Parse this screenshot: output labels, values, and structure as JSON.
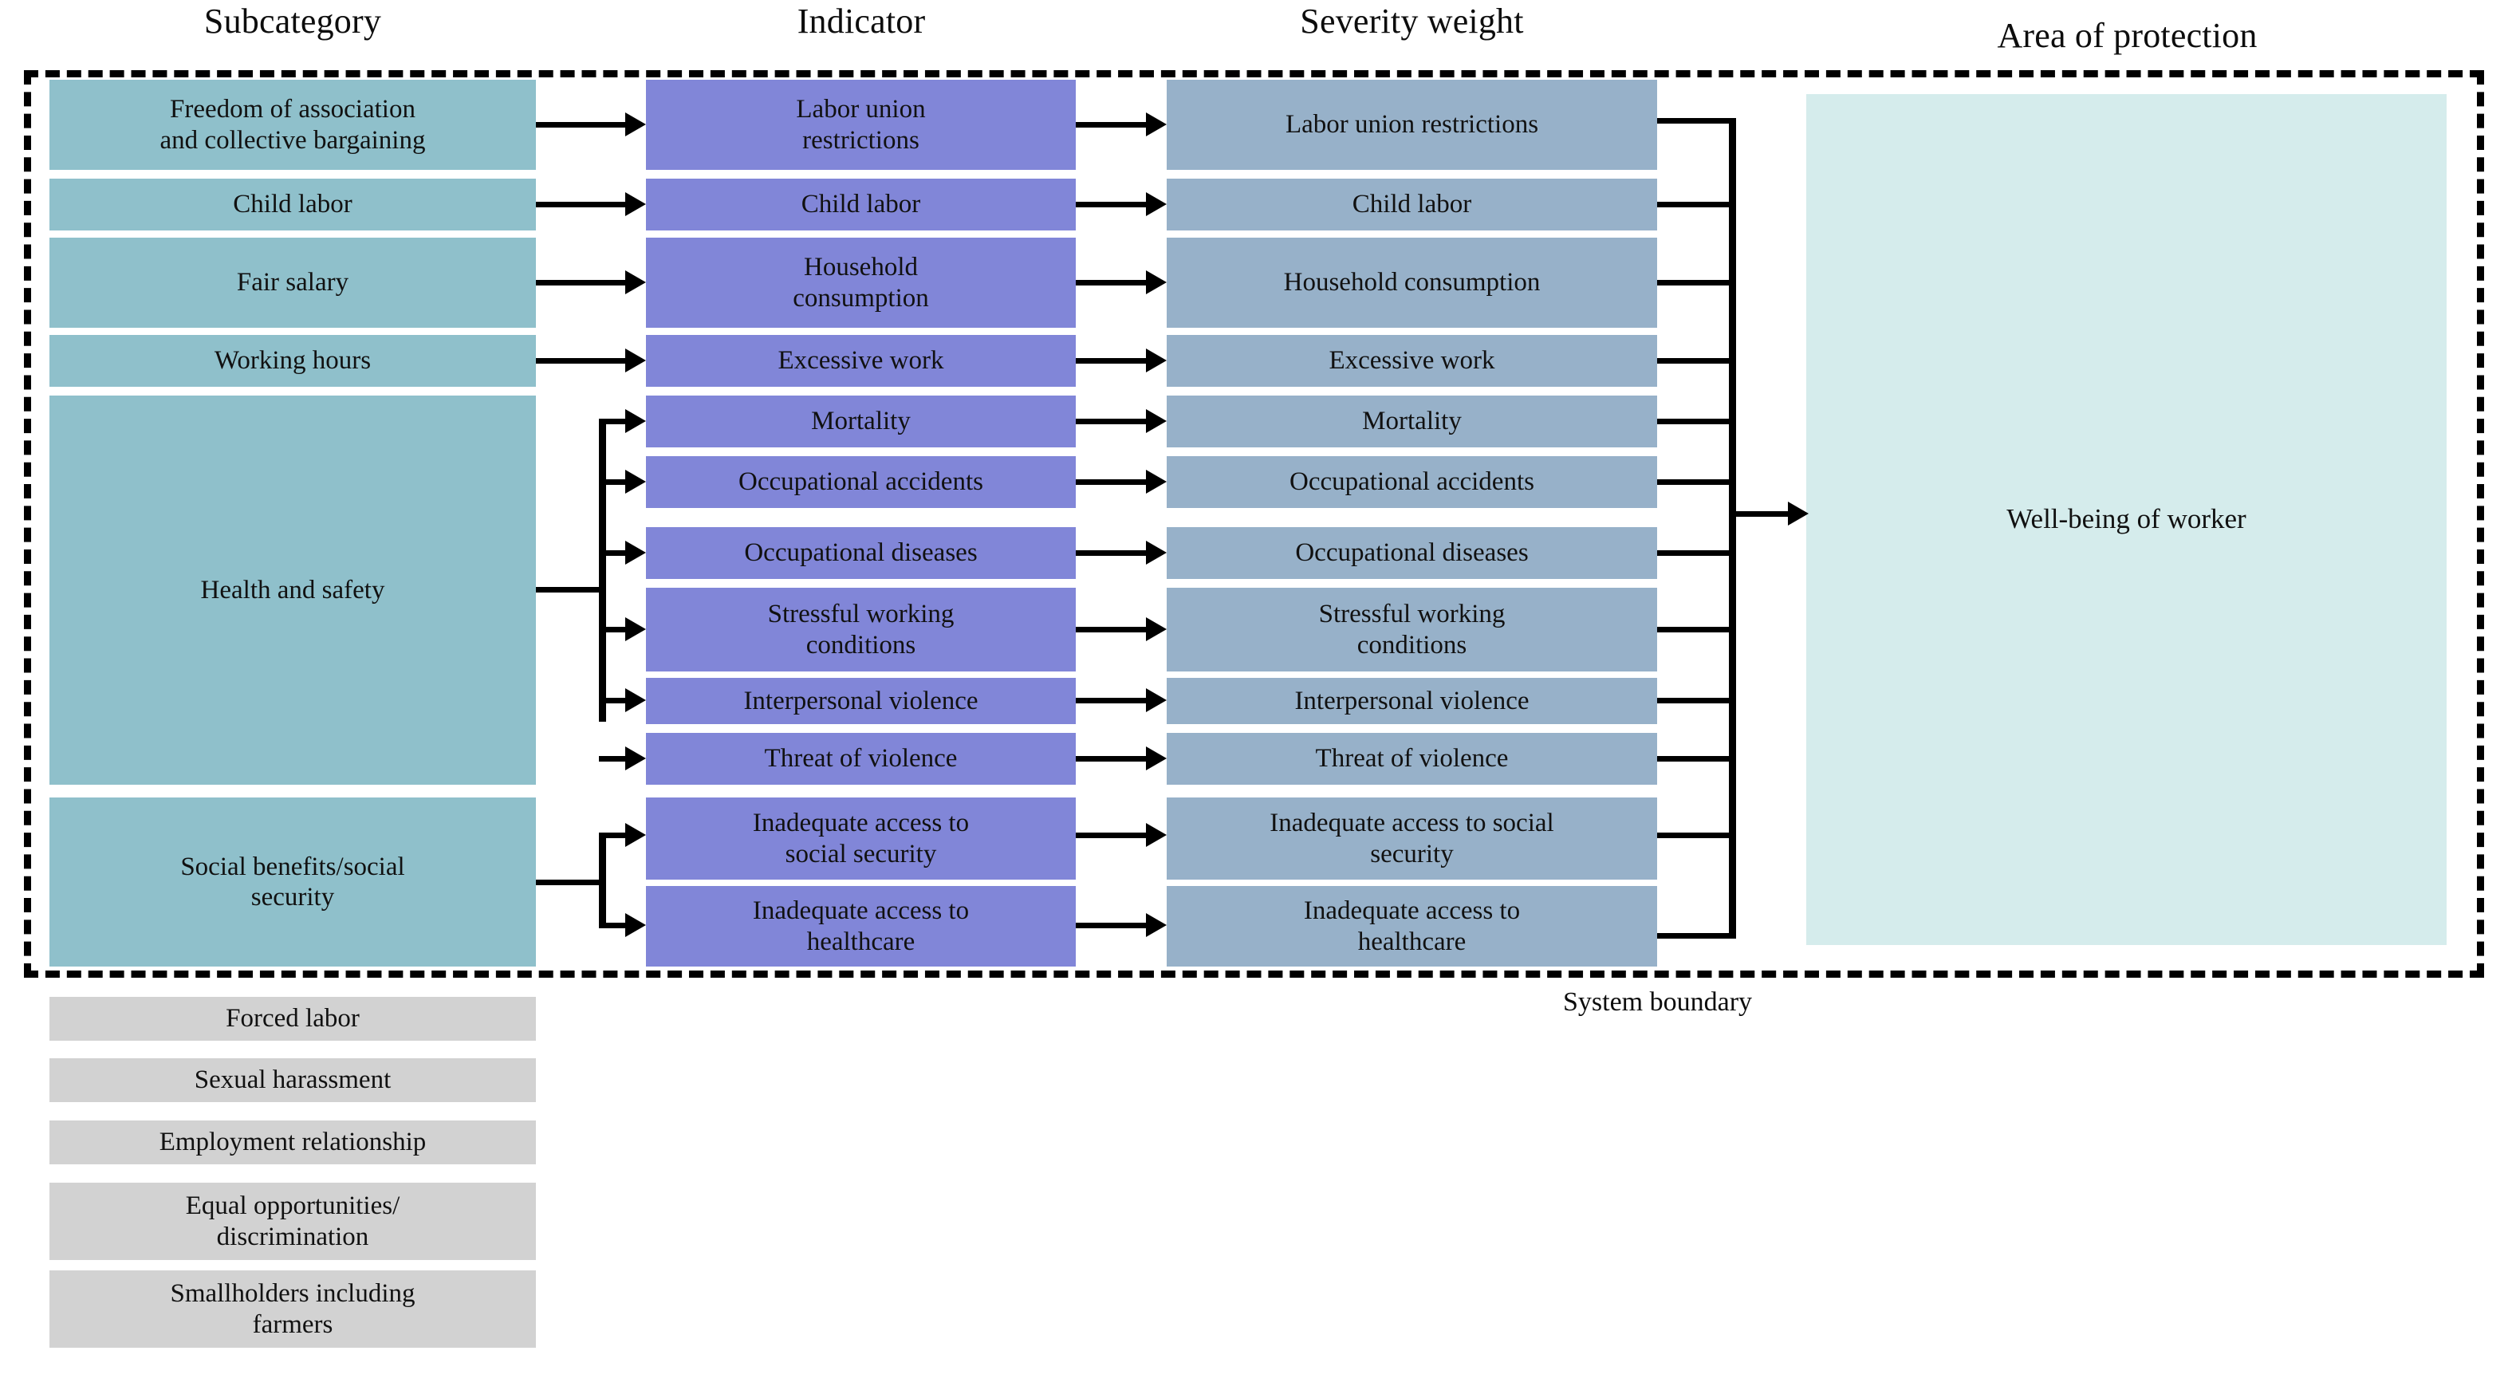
{
  "headers": {
    "subcategory": "Subcategory",
    "indicator": "Indicator",
    "severity": "Severity weight",
    "aop": "Area of protection"
  },
  "system_boundary_label": "System boundary",
  "colors": {
    "subcategory_box": "#8fc0cb",
    "indicator_box": "#8186d8",
    "severity_box": "#97b1c9",
    "excluded_box": "#d2d2d2",
    "area_of_protection_box": "#d5ecec",
    "connector": "#000000",
    "boundary": "#000000",
    "text": "#111111"
  },
  "subcategories": [
    {
      "label": "Freedom of association\nand collective bargaining"
    },
    {
      "label": "Child labor"
    },
    {
      "label": "Fair salary"
    },
    {
      "label": "Working hours"
    },
    {
      "label": "Health and safety"
    },
    {
      "label": "Social benefits/social\nsecurity"
    }
  ],
  "indicators": [
    {
      "label": "Labor union\nrestrictions"
    },
    {
      "label": "Child labor"
    },
    {
      "label": "Household\nconsumption"
    },
    {
      "label": "Excessive work"
    },
    {
      "label": "Mortality"
    },
    {
      "label": "Occupational accidents"
    },
    {
      "label": "Occupational diseases"
    },
    {
      "label": "Stressful working\nconditions"
    },
    {
      "label": "Interpersonal violence"
    },
    {
      "label": "Threat of violence"
    },
    {
      "label": "Inadequate access to\nsocial security"
    },
    {
      "label": "Inadequate access to\nhealthcare"
    }
  ],
  "severity_weights": [
    {
      "label": "Labor union restrictions"
    },
    {
      "label": "Child labor"
    },
    {
      "label": "Household consumption"
    },
    {
      "label": "Excessive work"
    },
    {
      "label": "Mortality"
    },
    {
      "label": "Occupational accidents"
    },
    {
      "label": "Occupational diseases"
    },
    {
      "label": "Stressful working\nconditions"
    },
    {
      "label": "Interpersonal violence"
    },
    {
      "label": "Threat of violence"
    },
    {
      "label": "Inadequate access to social\nsecurity"
    },
    {
      "label": "Inadequate access to\nhealthcare"
    }
  ],
  "area_of_protection": {
    "label": "Well-being of worker"
  },
  "excluded_subcategories": [
    {
      "label": "Forced labor"
    },
    {
      "label": "Sexual harassment"
    },
    {
      "label": "Employment relationship"
    },
    {
      "label": "Equal opportunities/\ndiscrimination"
    },
    {
      "label": "Smallholders including\nfarmers"
    }
  ]
}
